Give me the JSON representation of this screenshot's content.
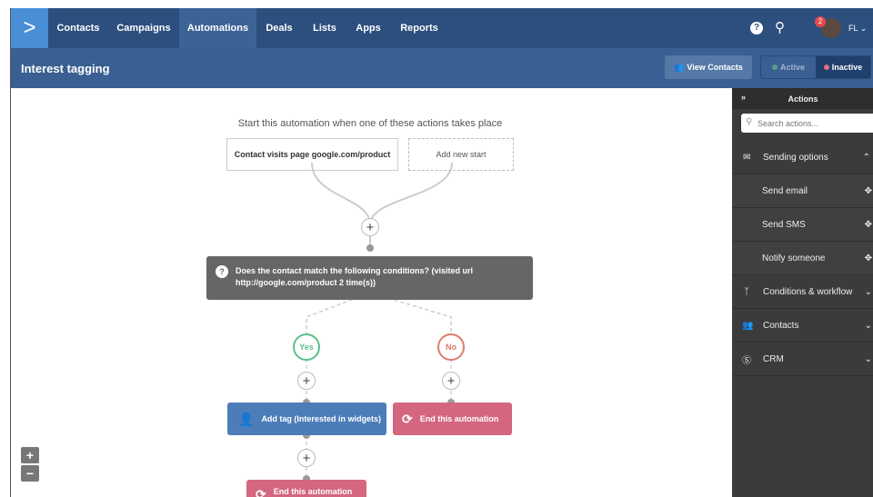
{
  "nav": {
    "tabs": [
      "Contacts",
      "Campaigns",
      "Automations",
      "Deals",
      "Lists",
      "Apps",
      "Reports"
    ],
    "active": "Automations",
    "notification_count": "2",
    "user_initials": "FL"
  },
  "header": {
    "title": "Interest tagging",
    "view_contacts": "View Contacts",
    "active": "Active",
    "inactive": "Inactive"
  },
  "canvas": {
    "start_prompt": "Start this automation when one of these actions takes place",
    "trigger": "Contact visits page google.com/product",
    "add_start": "Add new start",
    "condition": "Does the contact match the following conditions? (visited url http://google.com/product 2 time(s))",
    "yes": "Yes",
    "no": "No",
    "add_tag": "Add tag (Interested in widgets)",
    "end_no": "End this automation",
    "end_yes": "End this automation",
    "zoom_in": "+",
    "zoom_out": "−"
  },
  "sidebar": {
    "title": "Actions",
    "search_placeholder": "Search actions...",
    "groups": [
      {
        "label": "Sending options",
        "icon": "envelope-icon",
        "expanded": true,
        "items": [
          "Send email",
          "Send SMS",
          "Notify someone"
        ]
      },
      {
        "label": "Conditions & workflow",
        "icon": "branch-icon"
      },
      {
        "label": "Contacts",
        "icon": "contacts-icon"
      },
      {
        "label": "CRM",
        "icon": "dollar-icon"
      }
    ]
  },
  "colors": {
    "nav": "#2c4f7e",
    "accent": "#4a8fd6",
    "yes": "#5cbf8a",
    "no": "#e07a6e",
    "action_blue": "#4d7db8",
    "end_pink": "#d4667f",
    "condition": "#666666"
  }
}
